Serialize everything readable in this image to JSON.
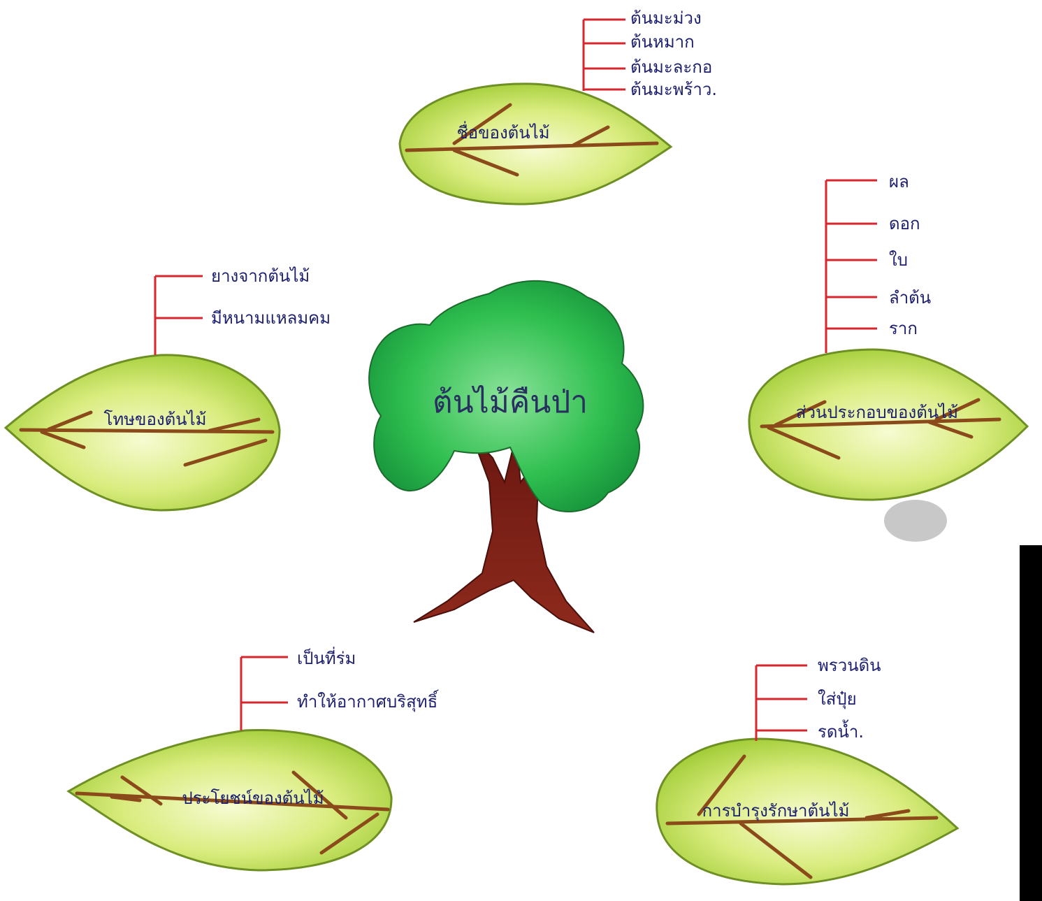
{
  "center": {
    "label": "ต้นไม้คืนป่า"
  },
  "leaves": {
    "top": {
      "label": "ชื่อของต้นไม้",
      "items": [
        "ต้นมะม่วง",
        "ต้นหมาก",
        "ต้นมะละกอ",
        "ต้นมะพร้าว."
      ]
    },
    "right": {
      "label": "ส่วนประกอบของต้นไม้",
      "items": [
        "ผล",
        "ดอก",
        "ใบ",
        "ลำต้น",
        "ราก"
      ]
    },
    "left": {
      "label": "โทษของต้นไม้",
      "items": [
        "ยางจากต้นไม้",
        "มีหนามแหลมคม"
      ]
    },
    "bottom_left": {
      "label": "ประโยชน์ของต้นไม้",
      "items": [
        "เป็นที่ร่ม",
        "ทำให้อากาศบริสุทธิ์"
      ]
    },
    "bottom_right": {
      "label": "การบำรุงรักษาต้นไม้",
      "items": [
        "พรวนดิน",
        "ใส่ปุ๋ย",
        "รดน้ำ."
      ]
    }
  },
  "colors": {
    "leaf_fill": "#c9e36a",
    "leaf_edge": "#6e8f24",
    "vein": "#8a4a1a",
    "canopy": "#2db84a",
    "trunk": "#7a1f14",
    "connector": "#d8262e",
    "ink": "#1c1f6e"
  }
}
